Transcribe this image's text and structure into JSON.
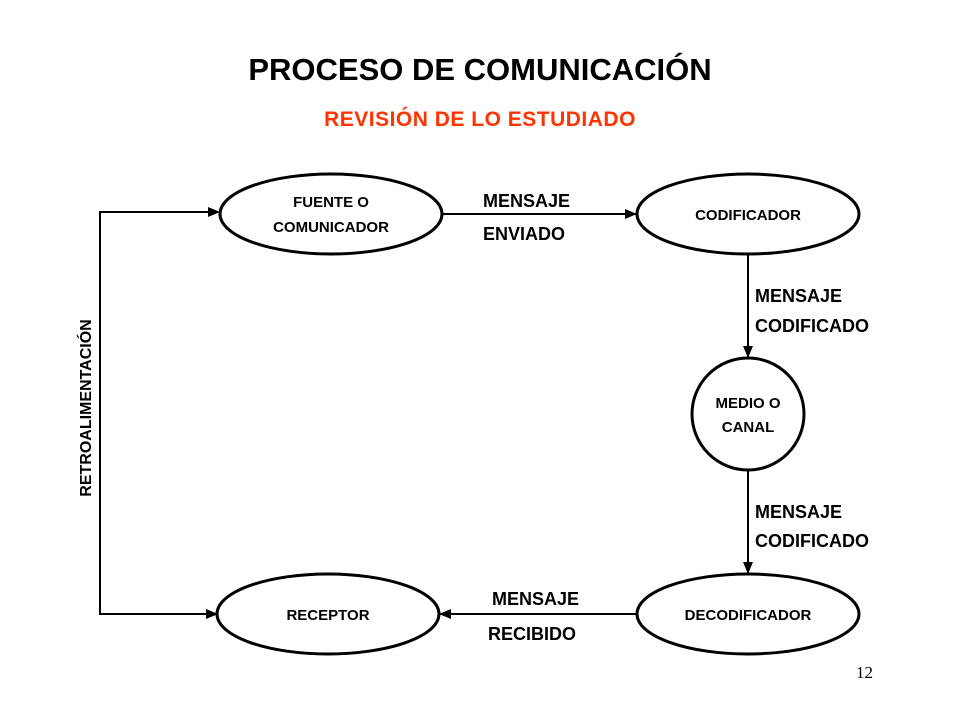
{
  "title": "PROCESO DE COMUNICACIÓN",
  "subtitle": "REVISIÓN DE LO ESTUDIADO",
  "subtitle_color": "#ff3300",
  "nodes": {
    "fuente": [
      "FUENTE O",
      "COMUNICADOR"
    ],
    "codificador": "CODIFICADOR",
    "medio": [
      "MEDIO O",
      "CANAL"
    ],
    "decodificador": "DECODIFICADOR",
    "receptor": "RECEPTOR"
  },
  "edges": {
    "enviado": [
      "MENSAJE",
      "ENVIADO"
    ],
    "codificado_1": [
      "MENSAJE",
      "CODIFICADO"
    ],
    "codificado_2": [
      "MENSAJE",
      "CODIFICADO"
    ],
    "recibido": [
      "MENSAJE",
      "RECIBIDO"
    ],
    "retroalimentacion": "RETROALIMENTACIÓN"
  },
  "page_number": "12"
}
